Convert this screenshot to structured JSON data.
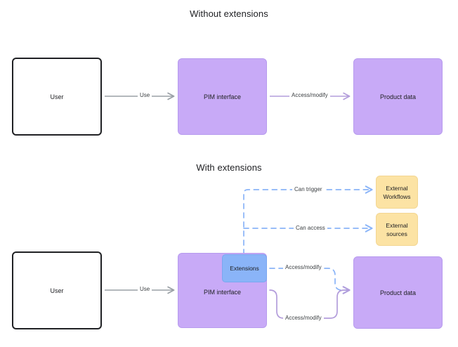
{
  "diagram": {
    "title_without": "Without extensions",
    "title_with": "With extensions",
    "colors": {
      "purple_fill": "#c8aaf7",
      "blue_fill": "#8ab4f8",
      "yellow_fill": "#fce3a4",
      "user_border": "#202124",
      "gray_edge": "#9aa0a6",
      "purple_edge": "#b39ddb",
      "blue_edge": "#8ab4f8",
      "text": "#202124"
    }
  },
  "without_extensions": {
    "nodes": {
      "user": "User",
      "pim_interface": "PIM interface",
      "product_data": "Product data"
    },
    "edges": {
      "use": "Use",
      "access_modify": "Access/modify"
    }
  },
  "with_extensions": {
    "nodes": {
      "user": "User",
      "pim_interface": "PIM interface",
      "extensions": "Extensions",
      "product_data": "Product data",
      "external_workflows": "External Workflows",
      "external_sources": "External sources"
    },
    "edges": {
      "use": "Use",
      "can_trigger": "Can trigger",
      "can_access": "Can access",
      "access_modify_extensions": "Access/modify",
      "access_modify_pim": "Access/modify"
    }
  }
}
